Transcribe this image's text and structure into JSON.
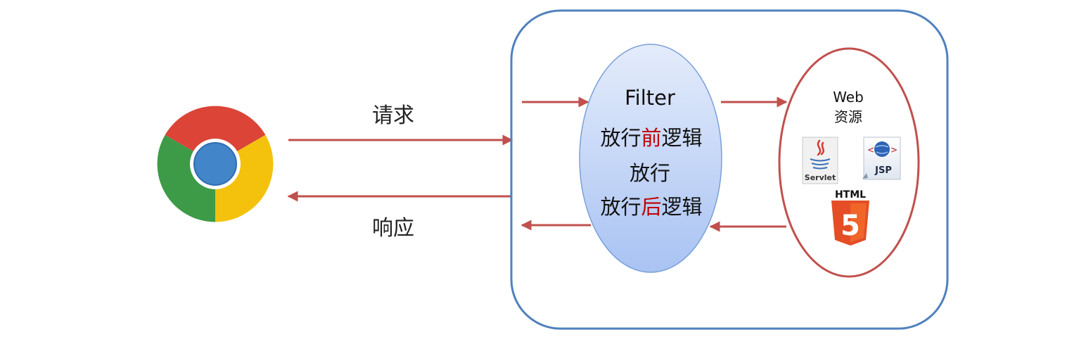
{
  "labels": {
    "request": "请求",
    "response": "响应"
  },
  "filter": {
    "title": "Filter",
    "line1_prefix": "放行",
    "line1_highlight": "前",
    "line1_suffix": "逻辑",
    "line2": "放行",
    "line3_prefix": "放行",
    "line3_highlight": "后",
    "line3_suffix": "逻辑"
  },
  "web_resources": {
    "title_line1": "Web",
    "title_line2": "资源",
    "servlet_label": "Servlet",
    "jsp_label": "JSP",
    "html_label": "HTML",
    "html_badge": "5"
  },
  "colors": {
    "arrow": "#c0504d",
    "server_border": "#4f81bd",
    "resource_border": "#c0504d",
    "highlight": "#c00000"
  }
}
